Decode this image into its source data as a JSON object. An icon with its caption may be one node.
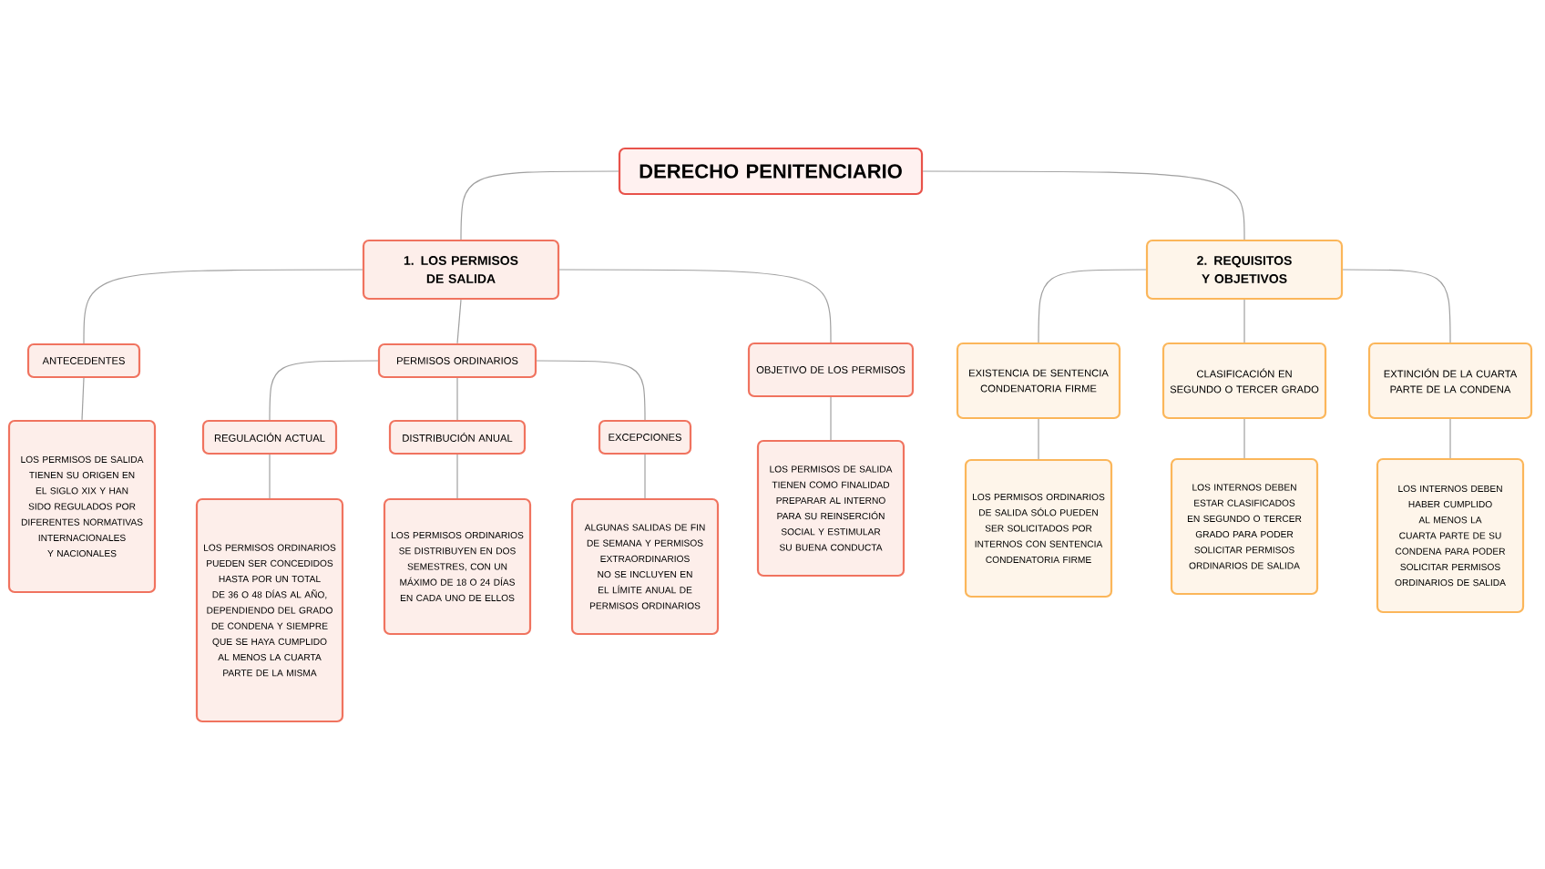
{
  "diagram": {
    "nodes": [
      {
        "text": [
          "DERECHO PENITENCIARIO"
        ]
      },
      {
        "text": [
          "1. LOS PERMISOS DE SALIDA"
        ]
      },
      {
        "text": [
          "2. REQUISITOS Y OBJETIVOS"
        ]
      },
      {
        "text": [
          "ANTECEDENTES"
        ]
      },
      {
        "text": [
          "PERMISOS ORDINARIOS"
        ]
      },
      {
        "text": [
          "OBJETIVO DE LOS PERMISOS"
        ]
      },
      {
        "text": [
          "EXISTENCIA DE SENTENCIA CONDENATORIA FIRME"
        ]
      },
      {
        "text": [
          "CLASIFICACIÓN EN SEGUNDO O TERCER GRADO"
        ]
      },
      {
        "text": [
          "EXTINCIÓN DE LA CUARTA PARTE DE LA CONDENA"
        ]
      },
      {
        "text": [
          "LOS PERMISOS DE SALIDA TIENEN SU ORIGEN EN EL SIGLO XIX Y HAN SIDO REGULADOS POR DIFERENTES NORMATIVAS INTERNACIONALES Y NACIONALES"
        ]
      },
      {
        "text": [
          "REGULACIÓN ACTUAL"
        ]
      },
      {
        "text": [
          "DISTRIBUCIÓN ANUAL"
        ]
      },
      {
        "text": [
          "EXCEPCIONES"
        ]
      },
      {
        "text": [
          "LOS PERMISOS DE SALIDA TIENEN COMO FINALIDAD PREPARAR AL INTERNO PARA SU REINSERCIÓN SOCIAL Y ESTIMULAR SU BUENA CONDUCTA"
        ]
      },
      {
        "text": [
          "LOS PERMISOS ORDINARIOS DE SALIDA SÓLO PUEDEN SER SOLICITADOS POR INTERNOS CON SENTENCIA CONDENATORIA FIRME"
        ]
      },
      {
        "text": [
          "LOS INTERNOS DEBEN ESTAR CLASIFICADOS EN SEGUNDO O TERCER GRADO PARA PODER SOLICITAR PERMISOS ORDINARIOS DE SALIDA"
        ]
      },
      {
        "text": [
          "LOS INTERNOS DEBEN HABER CUMPLIDO AL MENOS LA CUARTA PARTE DE SU CONDENA PARA PODER SOLICITAR PERMISOS ORDINARIOS DE SALIDA"
        ]
      },
      {
        "text": [
          "LOS PERMISOS ORDINARIOS PUEDEN SER CONCEDIDOS HASTA POR UN TOTAL DE 36 O 48 DÍAS AL AÑO, DEPENDIENDO DEL GRADO DE CONDENA Y SIEMPRE QUE SE HAYA CUMPLIDO AL MENOS LA CUARTA PARTE DE LA MISMA"
        ]
      },
      {
        "text": [
          "LOS PERMISOS ORDINARIOS SE DISTRIBUYEN EN DOS SEMESTRES, CON UN MÁXIMO DE 18 O 24 DÍAS EN CADA UNO DE ELLOS"
        ]
      },
      {
        "text": [
          "ALGUNAS SALIDAS DE FIN DE SEMANA Y PERMISOS EXTRAORDINARIOS NO SE INCLUYEN EN EL LÍMITE ANUAL DE PERMISOS ORDINARIOS"
        ]
      }
    ],
    "edges": [
      {
        "from": 0,
        "to": 1,
        "arrow": "none"
      },
      {
        "from": 0,
        "to": 2,
        "arrow": "none"
      },
      {
        "from": 1,
        "to": 3,
        "arrow": "none"
      },
      {
        "from": 1,
        "to": 4,
        "arrow": "none"
      },
      {
        "from": 1,
        "to": 5,
        "arrow": "none"
      },
      {
        "from": 2,
        "to": 6,
        "arrow": "none"
      },
      {
        "from": 2,
        "to": 7,
        "arrow": "none"
      },
      {
        "from": 2,
        "to": 8,
        "arrow": "none"
      },
      {
        "from": 3,
        "to": 9,
        "arrow": "none"
      },
      {
        "from": 4,
        "to": 10,
        "arrow": "none"
      },
      {
        "from": 4,
        "to": 11,
        "arrow": "none"
      },
      {
        "from": 4,
        "to": 12,
        "arrow": "none"
      },
      {
        "from": 5,
        "to": 13,
        "arrow": "none"
      },
      {
        "from": 6,
        "to": 14,
        "arrow": "none"
      },
      {
        "from": 7,
        "to": 15,
        "arrow": "none"
      },
      {
        "from": 8,
        "to": 16,
        "arrow": "none"
      },
      {
        "from": 10,
        "to": 17,
        "arrow": "none"
      },
      {
        "from": 11,
        "to": 18,
        "arrow": "none"
      },
      {
        "from": 12,
        "to": 19,
        "arrow": "none"
      }
    ]
  }
}
